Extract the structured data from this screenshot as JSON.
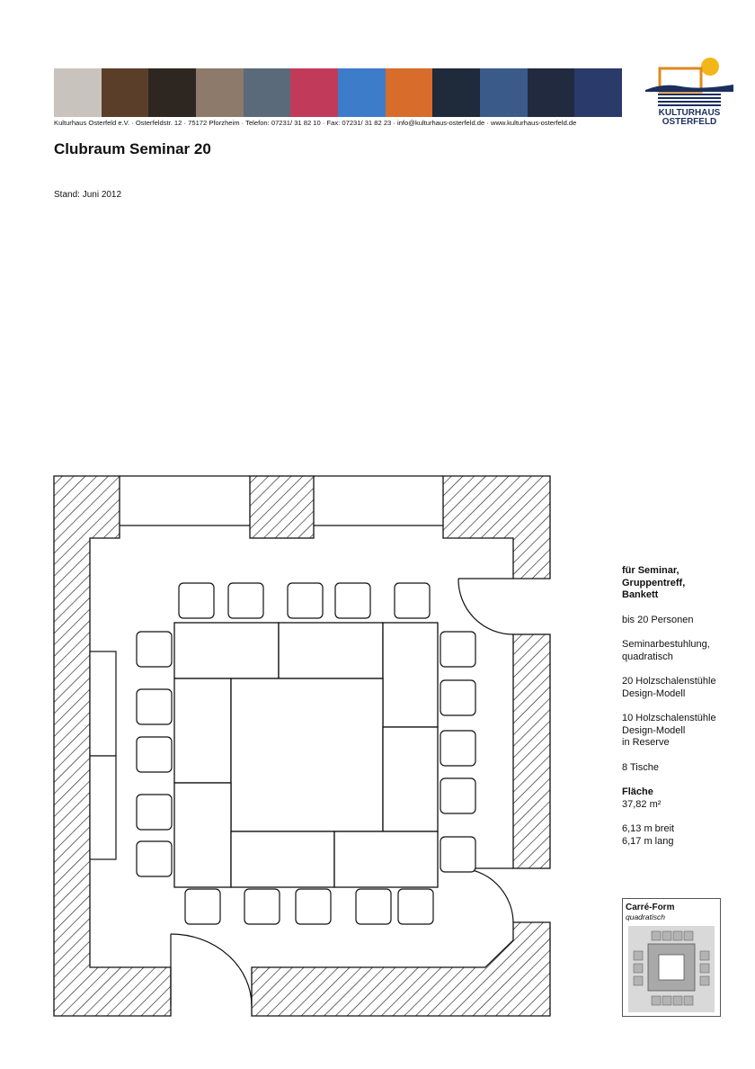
{
  "header": {
    "contact_line": "Kulturhaus Osterfeld e.V. · Osterfeldstr. 12 · 75172 Pforzheim · Telefon: 07231/ 31 82 10 · Fax: 07231/ 31 82 23 · info@kulturhaus-osterfeld.de · www.kulturhaus-osterfeld.de",
    "logo_line1": "KULTURHAUS",
    "logo_line2": "OSTERFELD",
    "banner_colors": [
      "#c9c3bd",
      "#5b3e2a",
      "#2e2620",
      "#8d7a6a",
      "#5a6a7a",
      "#c23a5a",
      "#3d7cc8",
      "#d86c2a",
      "#1f2a3a",
      "#3a5a8a",
      "#222a40",
      "#2a3a6a"
    ]
  },
  "title": "Clubraum Seminar 20",
  "stand": "Stand: Juni 2012",
  "info": {
    "usage": "für Seminar,\nGruppentreff,\nBankett",
    "capacity": "bis 20 Personen",
    "seating": "Seminarbestuhlung,\nquadratisch",
    "chairs": "20 Holzschalenstühle\nDesign-Modell",
    "reserve": "10 Holzschalenstühle\nDesign-Modell\nin Reserve",
    "tables": "8 Tische",
    "area_label": "Fläche",
    "area_value": "37,82 m²",
    "width": "6,13 m breit",
    "length": "6,17 m lang"
  },
  "carre": {
    "title": "Carré-Form",
    "subtitle": "quadratisch"
  },
  "colors": {
    "logo_yellow": "#f2b619",
    "logo_blue": "#1b2f5e",
    "logo_orange": "#e08a1e"
  }
}
